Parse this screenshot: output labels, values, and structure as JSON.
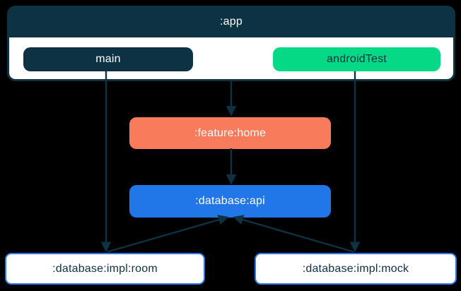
{
  "diagram": {
    "type": "module-dependency-graph",
    "app_module": {
      "label": ":app",
      "source_sets": [
        {
          "id": "main",
          "label": "main",
          "color": "#0d3243"
        },
        {
          "id": "androidTest",
          "label": "androidTest",
          "color": "#06d986"
        }
      ]
    },
    "nodes": [
      {
        "id": "feature-home",
        "label": ":feature:home",
        "color": "#f87b5c"
      },
      {
        "id": "database-api",
        "label": ":database:api",
        "color": "#2176e8"
      },
      {
        "id": "database-impl-room",
        "label": ":database:impl:room",
        "color": "#ffffff"
      },
      {
        "id": "database-impl-mock",
        "label": ":database:impl:mock",
        "color": "#ffffff"
      }
    ],
    "edges": [
      {
        "from": ":app",
        "to": ":feature:home"
      },
      {
        "from": "main",
        "to": ":database:impl:room"
      },
      {
        "from": "androidTest",
        "to": ":database:impl:mock"
      },
      {
        "from": ":feature:home",
        "to": ":database:api"
      },
      {
        "from": ":database:impl:room",
        "to": ":database:api"
      },
      {
        "from": ":database:impl:mock",
        "to": ":database:api"
      }
    ],
    "colors": {
      "background": "#000000",
      "navy": "#0d3243",
      "green": "#06d986",
      "coral": "#f87b5c",
      "blue": "#2176e8",
      "impl_border": "#2b79f0",
      "edge": "#0d3243"
    }
  }
}
